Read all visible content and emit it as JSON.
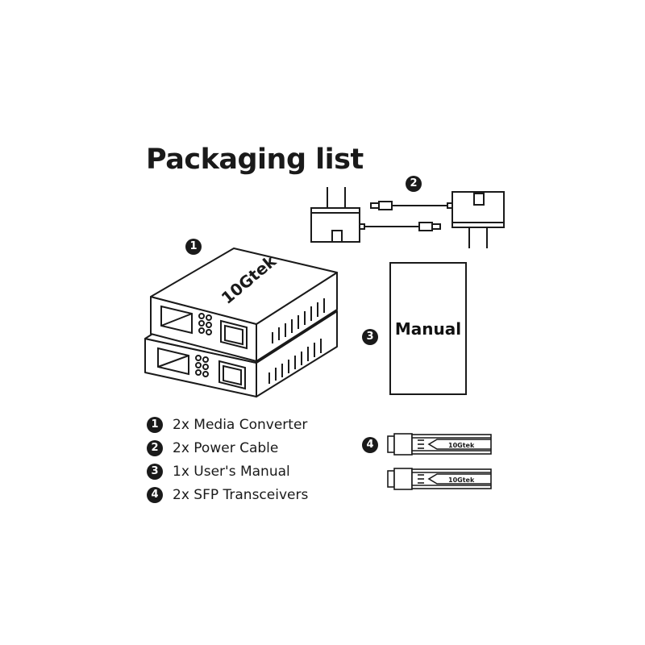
{
  "title": "Packaging list",
  "badges": {
    "converter": "1",
    "power_cable": "2",
    "manual": "3",
    "sfp": "4"
  },
  "illustrations": {
    "converter_brand": "10Gtek",
    "manual_label": "Manual",
    "sfp_brand": "10Gtek"
  },
  "legend": [
    {
      "num": "1",
      "text": "2x  Media Converter"
    },
    {
      "num": "2",
      "text": "2x  Power Cable"
    },
    {
      "num": "3",
      "text": "1x  User's Manual"
    },
    {
      "num": "4",
      "text": "2x  SFP Transceivers"
    }
  ]
}
